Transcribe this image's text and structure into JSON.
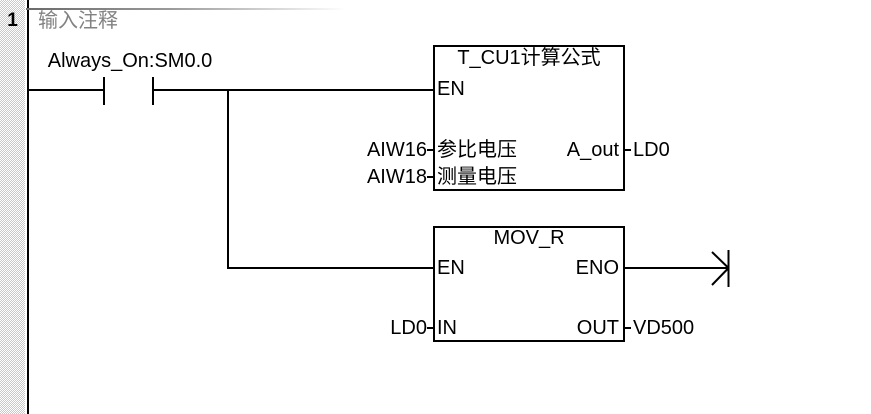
{
  "network": {
    "number": "1",
    "comment": "输入注释"
  },
  "contact": {
    "label": "Always_On:SM0.0"
  },
  "blocks": [
    {
      "title": "T_CU1计算公式",
      "en": "EN",
      "inputs": [
        {
          "operand": "AIW16",
          "pin": "参比电压"
        },
        {
          "operand": "AIW18",
          "pin": "测量电压"
        }
      ],
      "outputs": [
        {
          "pin": "A_out",
          "operand": "LD0"
        }
      ]
    },
    {
      "title": "MOV_R",
      "en": "EN",
      "eno": "ENO",
      "inputs": [
        {
          "operand": "LD0",
          "pin": "IN"
        }
      ],
      "outputs": [
        {
          "pin": "OUT",
          "operand": "VD500"
        }
      ]
    }
  ],
  "colors": {
    "wire": "#000000",
    "comment_text": "#828282",
    "gutter_dither": "#c9c9c9",
    "background": "#ffffff"
  }
}
